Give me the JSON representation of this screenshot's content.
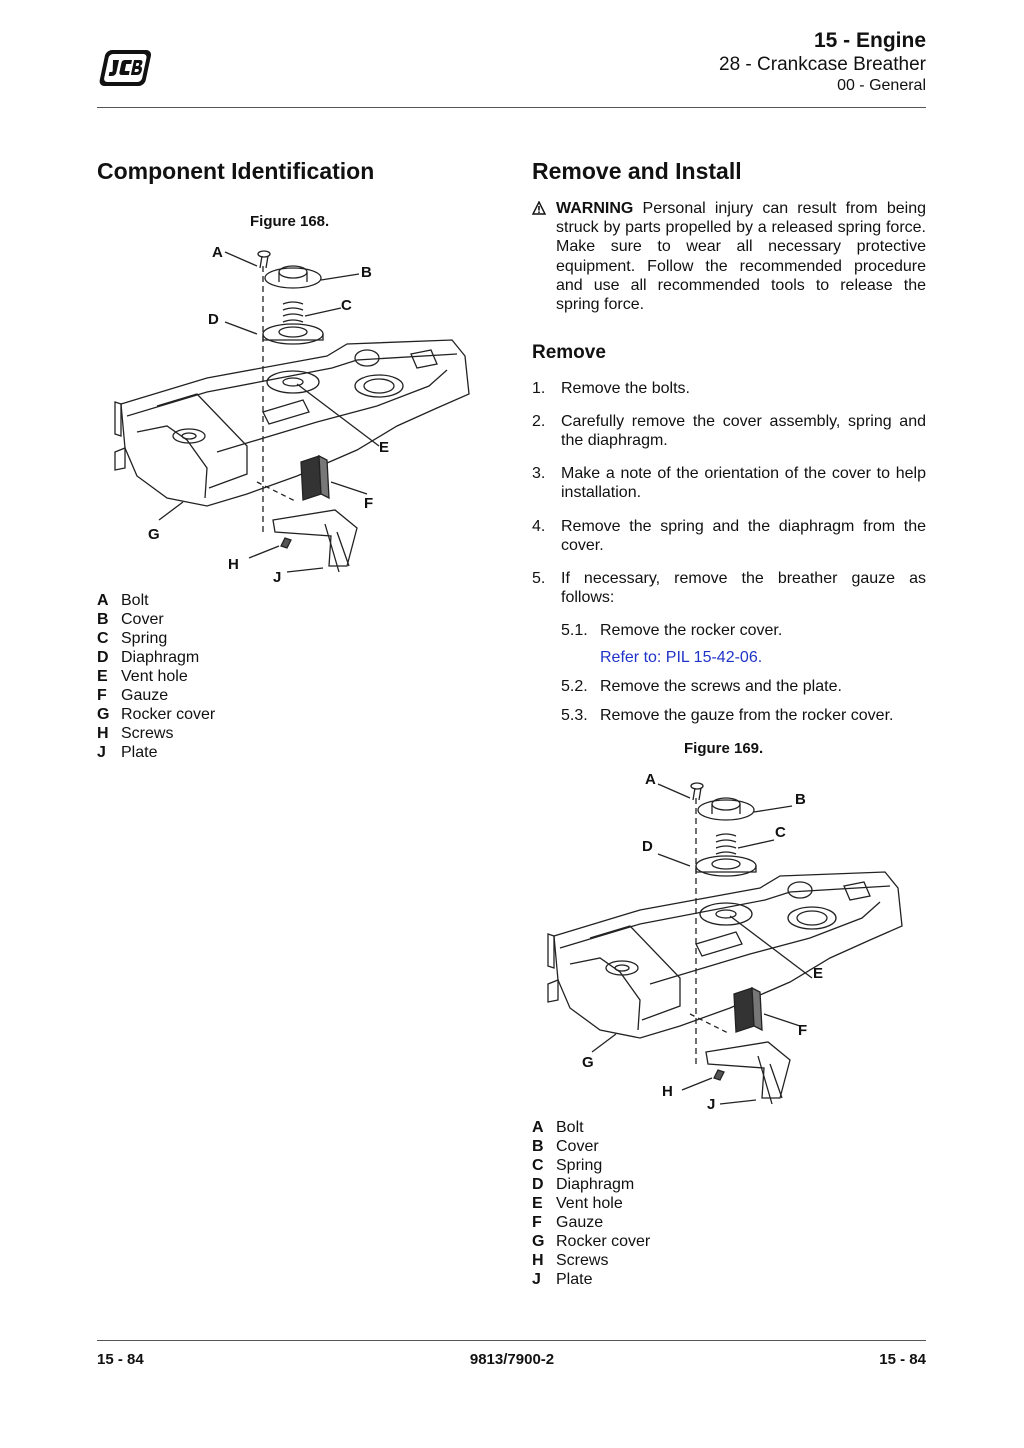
{
  "header": {
    "chapter": "15 - Engine",
    "section": "28 - Crankcase Breather",
    "subsection": "00 - General",
    "logo_icon": "jcb-logo"
  },
  "left": {
    "title": "Component Identification",
    "figure_caption": "Figure 168.",
    "callouts": [
      "A",
      "B",
      "C",
      "D",
      "E",
      "F",
      "G",
      "H",
      "J"
    ],
    "legend": [
      {
        "key": "A",
        "label": "Bolt"
      },
      {
        "key": "B",
        "label": "Cover"
      },
      {
        "key": "C",
        "label": "Spring"
      },
      {
        "key": "D",
        "label": "Diaphragm"
      },
      {
        "key": "E",
        "label": "Vent hole"
      },
      {
        "key": "F",
        "label": "Gauze"
      },
      {
        "key": "G",
        "label": "Rocker cover"
      },
      {
        "key": "H",
        "label": "Screws"
      },
      {
        "key": "J",
        "label": "Plate"
      }
    ]
  },
  "right": {
    "title": "Remove and Install",
    "warning_label": "WARNING",
    "warning_text": "Personal injury can result from being struck by parts propelled by a released spring force. Make sure to wear all necessary protective equipment. Follow the recommended procedure and use all recommended tools to release the spring force.",
    "warning_icon": "warning-triangle-icon",
    "remove_heading": "Remove",
    "steps": [
      {
        "num": "1.",
        "text": "Remove the bolts."
      },
      {
        "num": "2.",
        "text": "Carefully remove the cover assembly, spring and the diaphragm."
      },
      {
        "num": "3.",
        "text": "Make a note of the orientation of the cover to help installation."
      },
      {
        "num": "4.",
        "text": "Remove the spring and the diaphragm from the cover."
      },
      {
        "num": "5.",
        "text": "If necessary, remove the breather gauze as follows:"
      }
    ],
    "substeps": [
      {
        "num": "5.1.",
        "text": "Remove the rocker cover."
      },
      {
        "num": "5.2.",
        "text": "Remove the screws and the plate."
      },
      {
        "num": "5.3.",
        "text": "Remove the gauze from the rocker cover."
      }
    ],
    "reference": "Refer to: PIL 15-42-06.",
    "figure_caption": "Figure 169.",
    "legend": [
      {
        "key": "A",
        "label": "Bolt"
      },
      {
        "key": "B",
        "label": "Cover"
      },
      {
        "key": "C",
        "label": "Spring"
      },
      {
        "key": "D",
        "label": "Diaphragm"
      },
      {
        "key": "E",
        "label": "Vent hole"
      },
      {
        "key": "F",
        "label": "Gauze"
      },
      {
        "key": "G",
        "label": "Rocker cover"
      },
      {
        "key": "H",
        "label": "Screws"
      },
      {
        "key": "J",
        "label": "Plate"
      }
    ]
  },
  "footer": {
    "left": "15 - 84",
    "center": "9813/7900-2",
    "right": "15 - 84"
  },
  "colors": {
    "link": "#1f33c8",
    "text": "#111111",
    "rule": "#555555"
  }
}
